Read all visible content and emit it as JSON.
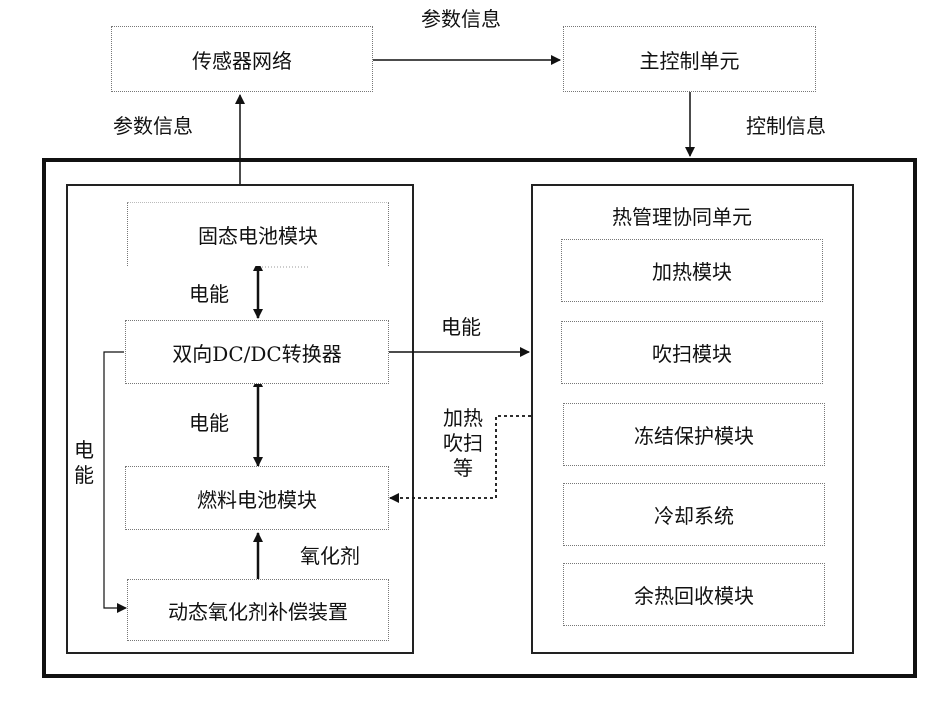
{
  "nodes": {
    "sensor_network": "传感器网络",
    "main_control": "主控制单元",
    "solid_battery": "固态电池模块",
    "dcdc": "双向DC/DC转换器",
    "fuel_cell": "燃料电池模块",
    "oxidant_device": "动态氧化剂补偿装置",
    "thermal_title": "热管理协同单元",
    "heating": "加热模块",
    "purge": "吹扫模块",
    "freeze": "冻结保护模块",
    "cooling": "冷却系统",
    "waste_heat": "余热回收模块"
  },
  "edges": {
    "param_info_top": "参数信息",
    "param_info_left": "参数信息",
    "control_info": "控制信息",
    "energy_1": "电能",
    "energy_2": "电能",
    "energy_3": "电能",
    "energy_left": "电能",
    "oxidant": "氧化剂",
    "heat_purge_1": "加热",
    "heat_purge_2": "吹扫",
    "heat_purge_3": "等"
  }
}
